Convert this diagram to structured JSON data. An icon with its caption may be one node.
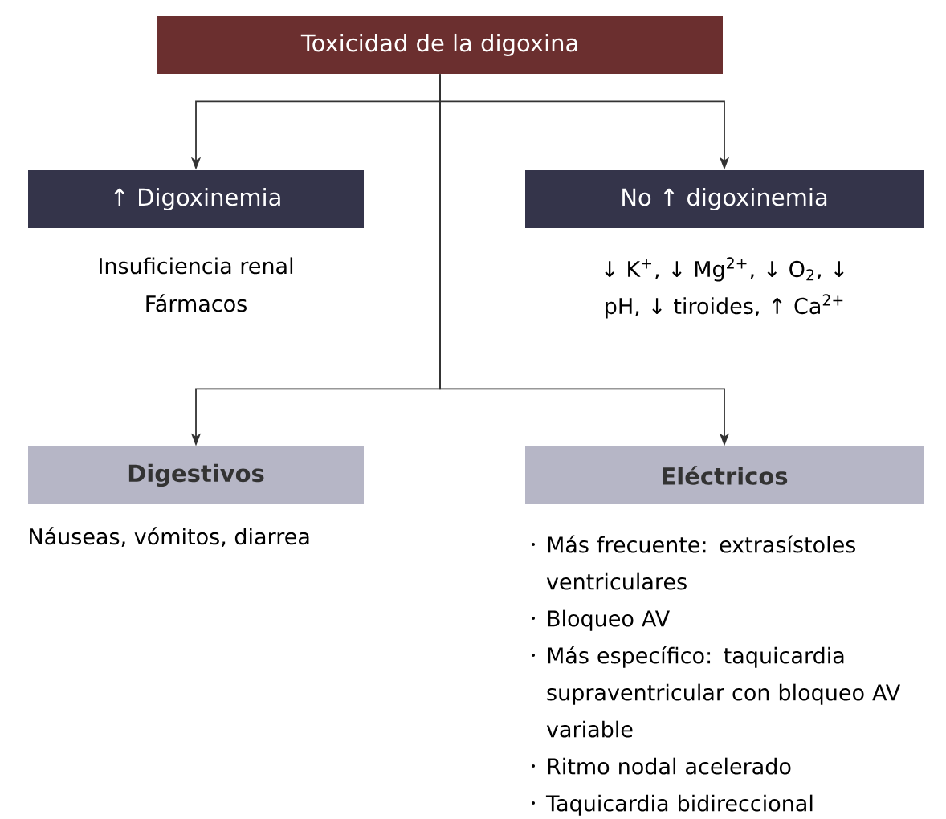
{
  "diagram": {
    "nodes": [
      {
        "text": [
          "Toxicidad de la digoxina"
        ]
      },
      {
        "text": [
          "↑ Digoxinemia"
        ],
        "beside": [
          "Insuficiencia renal",
          "Fármacos"
        ]
      },
      {
        "text": [
          "No ↑ digoxinemia"
        ],
        "beside": [
          "↓ K$^{+}$, ↓ Mg$^{2+}$, ↓ O$_{2}$, ↓ pH, ↓ tiroides, ↑ Ca$^{2+}$"
        ]
      },
      {
        "text": [
          "Digestivos"
        ],
        "beside": [
          "Náuseas, vómitos, diarrea"
        ]
      },
      {
        "text": [
          "Eléctricos"
        ],
        "beside": [
          "Más frecuente: extrasístoles ventriculares",
          "Bloqueo AV",
          "Más específico: taquicardia supraventricular con bloqueo AV variable",
          "Ritmo nodal acelerado",
          "Taquicardia bidireccional"
        ]
      }
    ],
    "edges": [
      {
        "from": 0,
        "to": 1,
        "arrow": "to"
      },
      {
        "from": 0,
        "to": 2,
        "arrow": "to"
      },
      {
        "from": 0,
        "to": 3,
        "arrow": "to"
      },
      {
        "from": 0,
        "to": 4,
        "arrow": "to"
      }
    ]
  }
}
